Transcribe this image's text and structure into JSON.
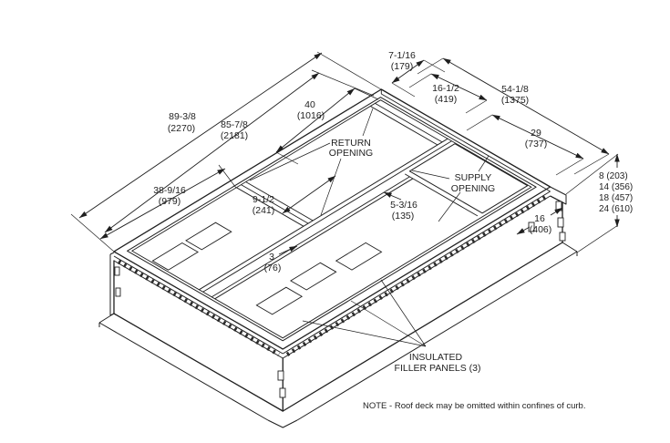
{
  "figure": {
    "kind": "isometric-roof-curb-drawing",
    "colors": {
      "background": "#ffffff",
      "line": "#1f1f1f",
      "text": "#1f1f1f"
    }
  },
  "dimensions": {
    "d89": {
      "l1": "89-3/8",
      "l2": "(2270)"
    },
    "d85": {
      "l1": "85-7/8",
      "l2": "(2181)"
    },
    "d38": {
      "l1": "38-9/16",
      "l2": "(979)"
    },
    "d40": {
      "l1": "40",
      "l2": "(1016)"
    },
    "d7": {
      "l1": "7-1/16",
      "l2": "(179)"
    },
    "d16h": {
      "l1": "16-1/2",
      "l2": "(419)"
    },
    "d54": {
      "l1": "54-1/8",
      "l2": "(1375)"
    },
    "d29": {
      "l1": "29",
      "l2": "(737)"
    },
    "d9h": {
      "l1": "9-1/2",
      "l2": "(241)"
    },
    "d5": {
      "l1": "5-3/16",
      "l2": "(135)"
    },
    "d3": {
      "l1": "3",
      "l2": "(76)"
    },
    "d16": {
      "l1": "16",
      "l2": "(406)"
    }
  },
  "heights": {
    "h8": "8 (203)",
    "h14": "14 (356)",
    "h18": "18 (457)",
    "h24": "24 (610)"
  },
  "labels": {
    "return": {
      "l1": "RETURN",
      "l2": "OPENING"
    },
    "supply": {
      "l1": "SUPPLY",
      "l2": "OPENING"
    },
    "filler": {
      "l1": "INSULATED",
      "l2": "FILLER PANELS (3)"
    }
  },
  "note": "NOTE - Roof deck may be omitted within confines of curb."
}
